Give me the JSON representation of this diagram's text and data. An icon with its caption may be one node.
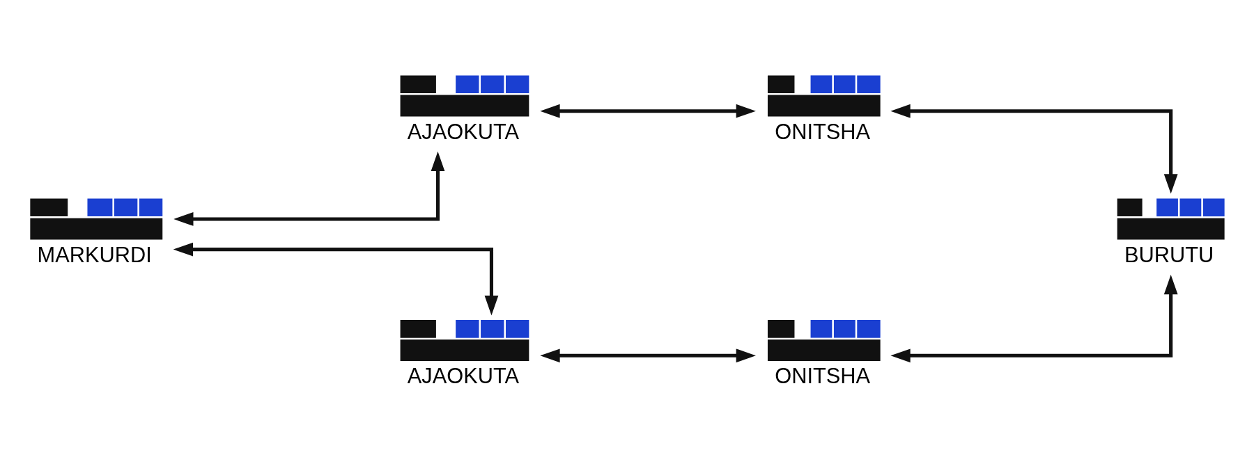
{
  "diagram": {
    "nodes": [
      {
        "text": [
          "AJAOKUTA"
        ]
      },
      {
        "text": [
          "ONITSHA"
        ]
      },
      {
        "text": [
          "MARKURDI"
        ]
      },
      {
        "text": [
          "BURUTU"
        ]
      },
      {
        "text": [
          "AJAOKUTA"
        ]
      },
      {
        "text": [
          "ONITSHA"
        ]
      }
    ],
    "edges": [
      {
        "from": 2,
        "to": 0,
        "arrow": "both"
      },
      {
        "from": 0,
        "to": 1,
        "arrow": "both"
      },
      {
        "from": 1,
        "to": 3,
        "arrow": "both"
      },
      {
        "from": 2,
        "to": 4,
        "arrow": "both"
      },
      {
        "from": 4,
        "to": 5,
        "arrow": "both"
      },
      {
        "from": 5,
        "to": 3,
        "arrow": "both"
      }
    ]
  }
}
